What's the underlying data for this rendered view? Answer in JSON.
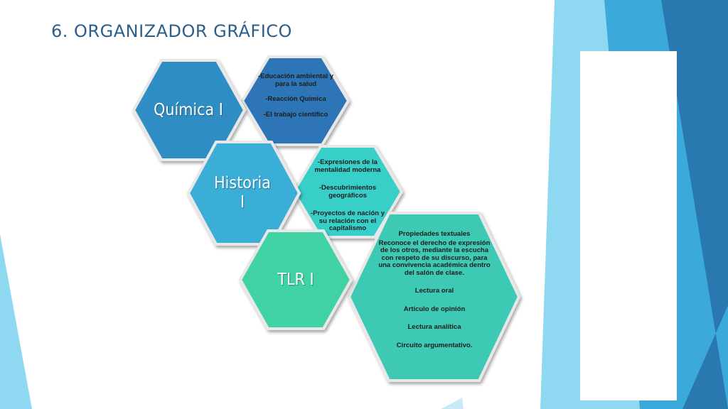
{
  "slide": {
    "title": "6. ORGANIZADOR GRÁFICO"
  },
  "colors": {
    "quimica_hex": "#2d8ec4",
    "quimica_detail_hex": "#2e74b8",
    "historia_hex": "#3aaed8",
    "historia_detail_hex": "#37cfc8",
    "tlr_hex": "#40d2a4",
    "tlr_detail_hex": "#3ec9b3",
    "hex_border": "#e8e8e8",
    "background_light": "#85d4ef",
    "background_dark": "#2a78b0"
  },
  "diagram": {
    "quimica": {
      "label": "Química I",
      "details": [
        "-Educación ambiental y para la salud",
        "-Reacción Química",
        "-El trabajo científico"
      ]
    },
    "historia": {
      "label_line1": "Historia",
      "label_line2": "I",
      "details": [
        "-Expresiones de la mentalidad moderna",
        "-Descubrimientos geográficos",
        "-Proyectos de nación y su relación con el capitalismo"
      ]
    },
    "tlr": {
      "label": "TLR I",
      "details": [
        "Propiedades textuales",
        "Reconoce el derecho de expresión de los otros, mediante la escucha con respeto de su discurso, para una convivencia académica dentro del salón de clase.",
        "Lectura oral",
        "Artículo de opinión",
        "Lectura analítica",
        "Circuito argumentativo."
      ]
    }
  }
}
